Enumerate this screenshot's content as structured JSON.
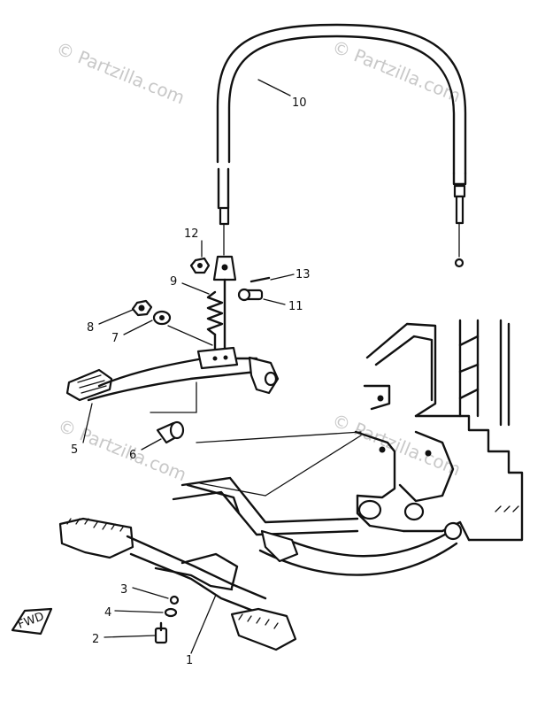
{
  "watermarks": [
    "© Partzilla.com",
    "© Partzilla.com",
    "© Partzilla.com",
    "© Partzilla.com"
  ],
  "callouts": {
    "c1": "1",
    "c2": "2",
    "c3": "3",
    "c4": "4",
    "c5": "5",
    "c6": "6",
    "c7": "7",
    "c8": "8",
    "c9": "9",
    "c10": "10",
    "c11": "11",
    "c12": "12",
    "c13": "13"
  },
  "fwd_label": "FWD"
}
